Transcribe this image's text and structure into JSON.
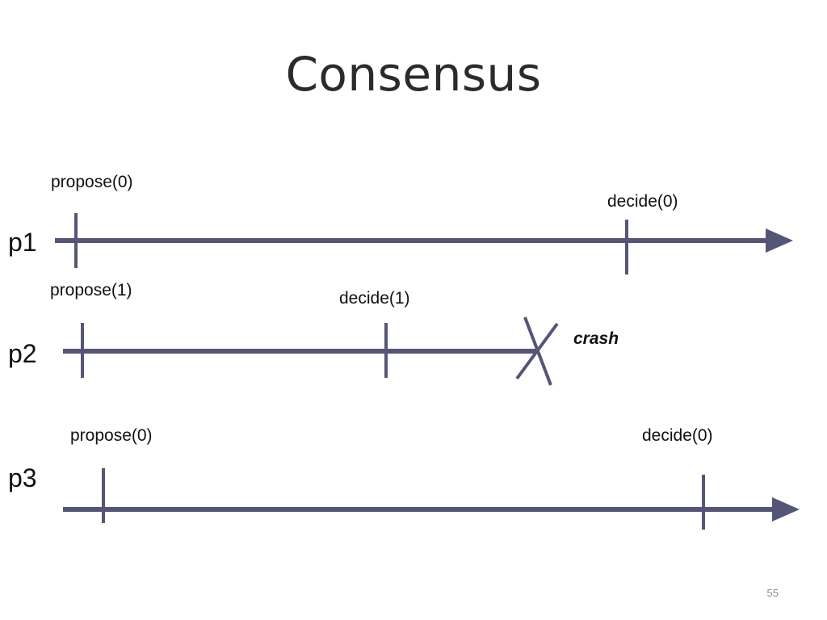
{
  "slide": {
    "title": "Consensus",
    "page_number": "55"
  },
  "processes": [
    {
      "name": "p1",
      "events": [
        "propose(0)",
        "decide(0)"
      ]
    },
    {
      "name": "p2",
      "events": [
        "propose(1)",
        "decide(1)"
      ],
      "crash_label": "crash"
    },
    {
      "name": "p3",
      "events": [
        "propose(0)",
        "decide(0)"
      ]
    }
  ],
  "colors": {
    "line": "#555575",
    "text": "#111111"
  }
}
